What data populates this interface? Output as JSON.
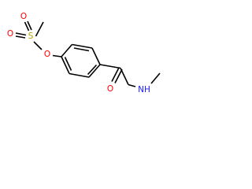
{
  "molecule": {
    "atoms": {
      "s": {
        "label": "S",
        "color": "#b8a000"
      },
      "o_sulfonyl_top": {
        "label": "O",
        "color": "#ff0000"
      },
      "o_sulfonyl_left": {
        "label": "O",
        "color": "#ff0000"
      },
      "o_ester": {
        "label": "O",
        "color": "#ff0000"
      },
      "o_carbonyl": {
        "label": "O",
        "color": "#ff0000"
      },
      "nh": {
        "label": "NH",
        "color": "#1a1aff"
      }
    }
  }
}
